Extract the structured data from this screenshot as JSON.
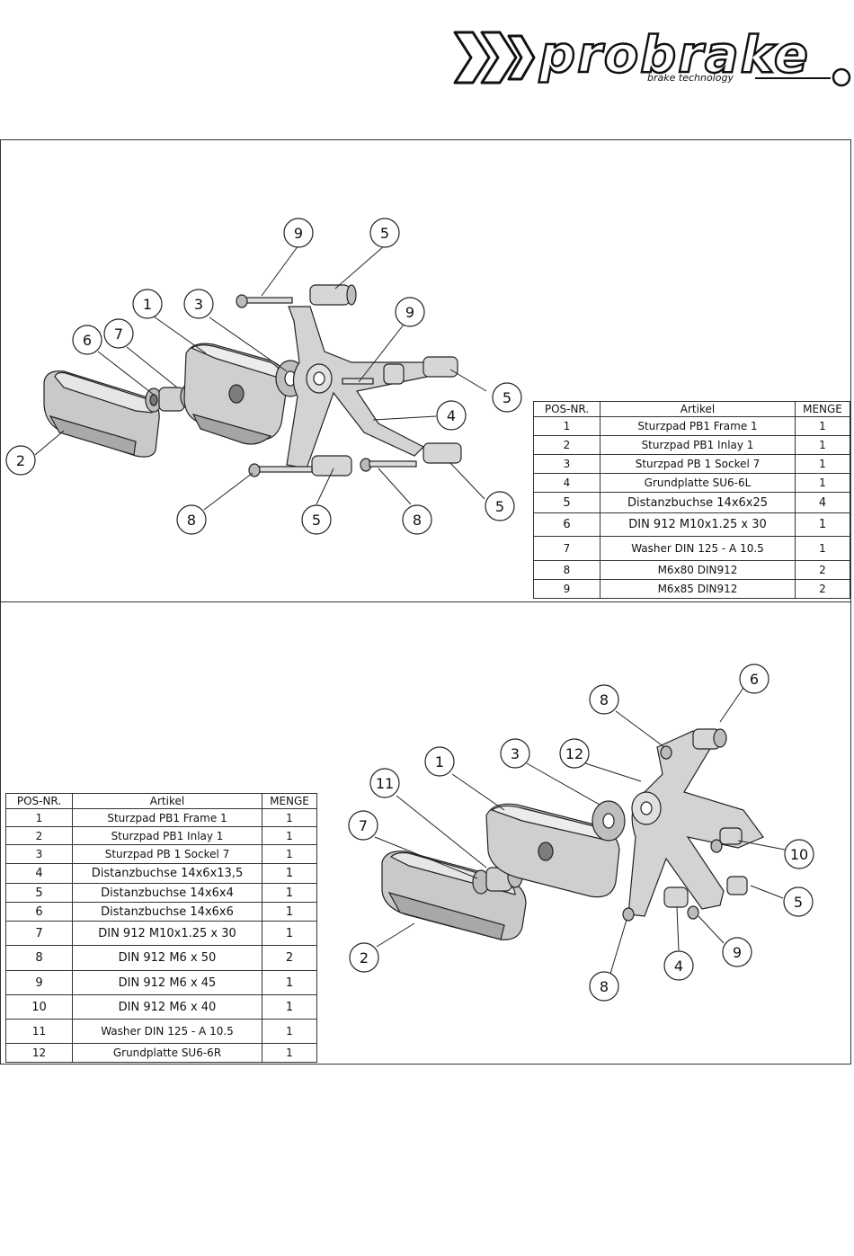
{
  "logo": {
    "brand": "probrake",
    "tagline": "brake technology"
  },
  "bom_top": {
    "headers": [
      "POS-NR.",
      "Artikel",
      "MENGE"
    ],
    "rows": [
      [
        "1",
        "Sturzpad PB1 Frame 1",
        "1"
      ],
      [
        "2",
        "Sturzpad PB1 Inlay 1",
        "1"
      ],
      [
        "3",
        "Sturzpad PB 1 Sockel 7",
        "1"
      ],
      [
        "4",
        "Grundplatte SU6-6L",
        "1"
      ],
      [
        "5",
        "Distanzbuchse 14x6x25",
        "4"
      ],
      [
        "6",
        "DIN 912 M10x1.25 x 30",
        "1"
      ],
      [
        "7",
        "Washer DIN 125 - A 10.5",
        "1"
      ],
      [
        "8",
        "M6x80 DIN912",
        "2"
      ],
      [
        "9",
        "M6x85 DIN912",
        "2"
      ]
    ]
  },
  "bom_bottom": {
    "headers": [
      "POS-NR.",
      "Artikel",
      "MENGE"
    ],
    "rows": [
      [
        "1",
        "Sturzpad PB1 Frame 1",
        "1"
      ],
      [
        "2",
        "Sturzpad PB1 Inlay 1",
        "1"
      ],
      [
        "3",
        "Sturzpad PB 1 Sockel 7",
        "1"
      ],
      [
        "4",
        "Distanzbuchse 14x6x13,5",
        "1"
      ],
      [
        "5",
        "Distanzbuchse 14x6x4",
        "1"
      ],
      [
        "6",
        "Distanzbuchse 14x6x6",
        "1"
      ],
      [
        "7",
        "DIN 912 M10x1.25 x 30",
        "1"
      ],
      [
        "8",
        "DIN 912 M6 x 50",
        "2"
      ],
      [
        "9",
        "DIN 912 M6 x 45",
        "1"
      ],
      [
        "10",
        "DIN 912 M6 x 40",
        "1"
      ],
      [
        "11",
        "Washer DIN 125 - A 10.5",
        "1"
      ],
      [
        "12",
        "Grundplatte SU6-6R",
        "1"
      ]
    ]
  },
  "callouts_top": [
    "9",
    "5",
    "1",
    "3",
    "9",
    "6",
    "7",
    "5",
    "4",
    "2",
    "8",
    "5",
    "8",
    "5"
  ],
  "callouts_bottom": [
    "6",
    "8",
    "1",
    "3",
    "12",
    "11",
    "7",
    "10",
    "5",
    "2",
    "9",
    "4",
    "8"
  ]
}
